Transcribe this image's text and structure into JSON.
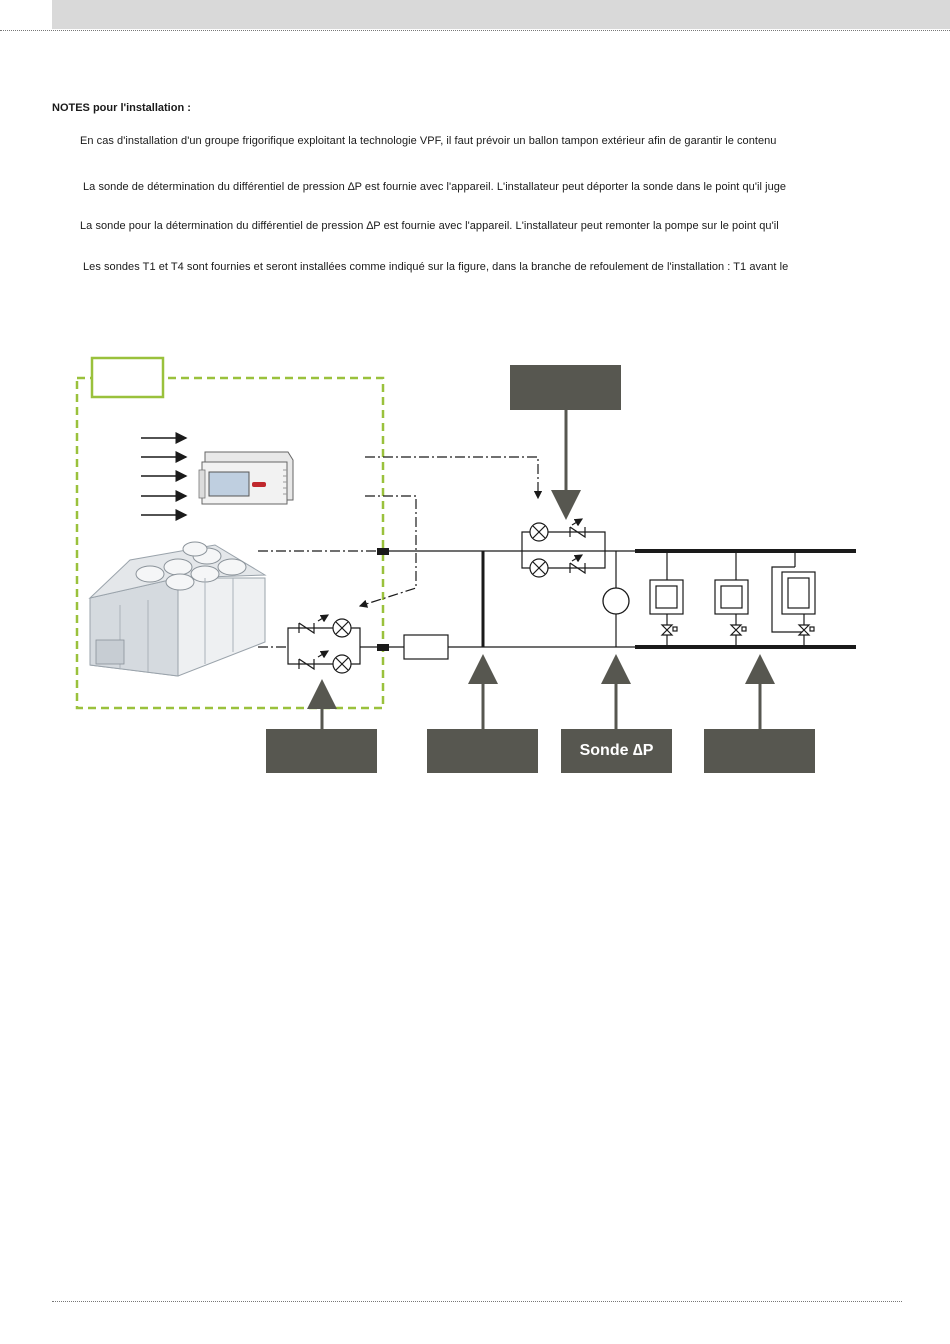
{
  "notes": {
    "title": "NOTES pour l'installation :",
    "items": [
      "En cas d'installation d'un groupe frigorifique exploitant la technologie VPF, il faut prévoir un ballon tampon extérieur afin de garantir le contenu",
      "La sonde de détermination du différentiel de pression ∆P est fournie avec l'appareil. L'installateur peut déporter la sonde dans le point qu'il juge",
      "La sonde pour la détermination du différentiel de pression ∆P est fournie avec l'appareil. L'installateur peut remonter la pompe sur le point qu'il",
      "Les sondes T1 et T4 sont fournies et seront installées comme indiqué sur la figure, dans la branche de refoulement de l'installation :  T1 avant le"
    ]
  },
  "diagram": {
    "delta_p_label": "Sonde ∆P",
    "colors": {
      "label_box": "#575750",
      "dashed_border": "#9ac13c",
      "pipe": "#1a1a1a"
    }
  }
}
